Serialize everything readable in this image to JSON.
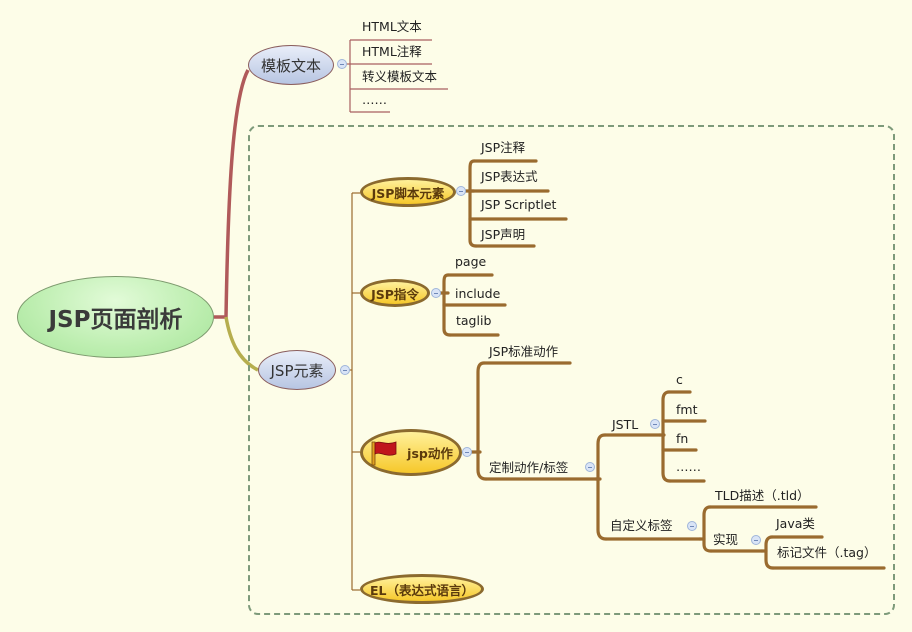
{
  "colors": {
    "background": "#fdfde8",
    "branch_line": "#9a6b2f",
    "root_link_top": "#b05a5a",
    "root_link_bottom": "#b6ae4e",
    "boundary": "#7d9a7a"
  },
  "mindmap": {
    "root": {
      "label": "JSP页面剖析"
    },
    "template_text": {
      "label": "模板文本",
      "children": [
        "HTML文本",
        "HTML注释",
        "转义模板文本",
        "……"
      ]
    },
    "jsp_elements": {
      "label": "JSP元素",
      "script_elements": {
        "label": "JSP脚本元素",
        "children": [
          "JSP注释",
          "JSP表达式",
          "JSP Scriptlet",
          "JSP声明"
        ]
      },
      "directives": {
        "label": "JSP指令",
        "children": [
          "page",
          "include",
          "taglib"
        ]
      },
      "actions": {
        "label": "jsp动作",
        "icon": "red-flag-icon",
        "standard": "JSP标准动作",
        "custom": {
          "label": "定制动作/标签",
          "jstl": {
            "label": "JSTL",
            "children": [
              "c",
              "fmt",
              "fn",
              "……"
            ]
          },
          "custom_tags": {
            "label": "自定义标签",
            "tld": "TLD描述（.tld）",
            "impl": {
              "label": "实现",
              "children": [
                "Java类",
                "标记文件（.tag）"
              ]
            }
          }
        }
      },
      "el": {
        "label": "EL（表达式语言）"
      }
    }
  }
}
